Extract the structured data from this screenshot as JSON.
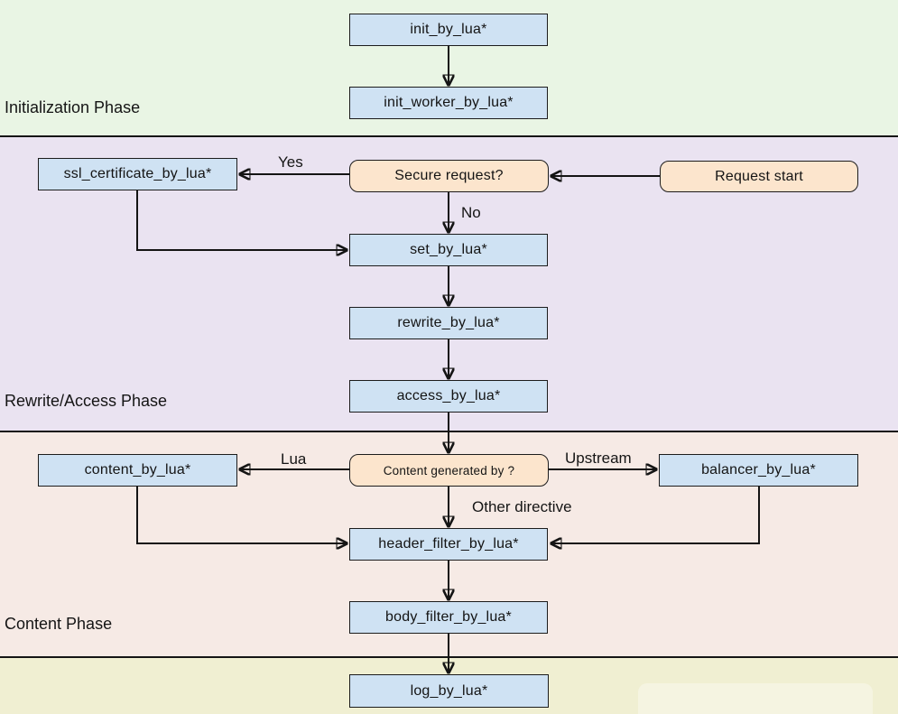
{
  "diagram": {
    "type": "flowchart",
    "phases": {
      "initialization": {
        "label": "Initialization Phase",
        "bg_color": "#e9f5e4"
      },
      "rewrite_access": {
        "label": "Rewrite/Access Phase",
        "bg_color": "#eae3f1"
      },
      "content": {
        "label": "Content Phase",
        "bg_color": "#f6eae5"
      },
      "log": {
        "label": "",
        "bg_color": "#f0efd2"
      }
    },
    "nodes": {
      "init": {
        "label": "init_by_lua*",
        "shape": "rectangle"
      },
      "init_worker": {
        "label": "init_worker_by_lua*",
        "shape": "rectangle"
      },
      "ssl_certificate": {
        "label": "ssl_certificate_by_lua*",
        "shape": "rectangle"
      },
      "secure_request": {
        "label": "Secure request?",
        "shape": "rounded"
      },
      "request_start": {
        "label": "Request start",
        "shape": "rounded"
      },
      "set": {
        "label": "set_by_lua*",
        "shape": "rectangle"
      },
      "rewrite": {
        "label": "rewrite_by_lua*",
        "shape": "rectangle"
      },
      "access": {
        "label": "access_by_lua*",
        "shape": "rectangle"
      },
      "content_generated": {
        "label": "Content generated by ?",
        "shape": "rounded"
      },
      "content": {
        "label": "content_by_lua*",
        "shape": "rectangle"
      },
      "balancer": {
        "label": "balancer_by_lua*",
        "shape": "rectangle"
      },
      "header_filter": {
        "label": "header_filter_by_lua*",
        "shape": "rectangle"
      },
      "body_filter": {
        "label": "body_filter_by_lua*",
        "shape": "rectangle"
      },
      "log": {
        "label": "log_by_lua*",
        "shape": "rectangle"
      }
    },
    "edge_labels": {
      "yes": "Yes",
      "no": "No",
      "lua": "Lua",
      "upstream": "Upstream",
      "other_directive": "Other directive"
    },
    "edges": [
      "init -> init_worker",
      "request_start -> secure_request",
      "secure_request -> ssl_certificate [Yes]",
      "secure_request -> set [No]",
      "ssl_certificate -> set",
      "set -> rewrite",
      "rewrite -> access",
      "access -> content_generated",
      "content_generated -> content [Lua]",
      "content_generated -> balancer [Upstream]",
      "content_generated -> header_filter [Other directive]",
      "content -> header_filter",
      "balancer -> header_filter",
      "header_filter -> body_filter",
      "body_filter -> log"
    ],
    "colors": {
      "process_node_fill": "#cfe2f3",
      "decision_node_fill": "#fce5cd",
      "node_border": "#1c1c1c",
      "arrow": "#141414",
      "phase_separator": "#151515"
    }
  }
}
